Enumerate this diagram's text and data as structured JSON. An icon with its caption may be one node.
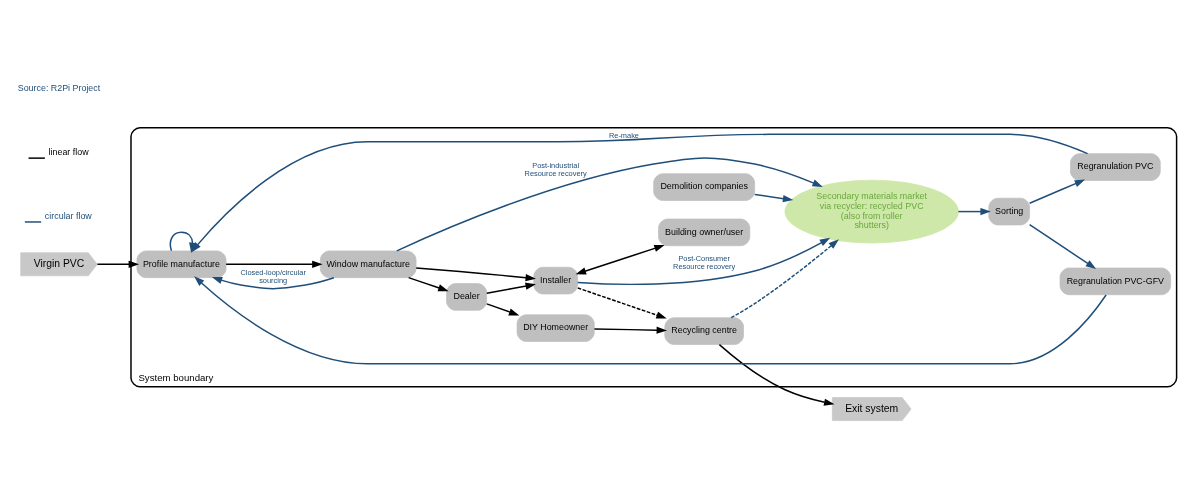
{
  "diagram": {
    "nodes": [
      {
        "text": [
          "System boundary"
        ]
      },
      {
        "text": [
          "Virgin PVC"
        ]
      },
      {
        "text": [
          "Profile manufacture"
        ],
        "in": 0
      },
      {
        "text": [
          "Window manufacture"
        ],
        "in": 0
      },
      {
        "text": [
          "Dealer"
        ],
        "in": 0
      },
      {
        "text": [
          "DIY Homeowner"
        ],
        "in": 0
      },
      {
        "text": [
          "Installer"
        ],
        "in": 0
      },
      {
        "text": [
          "Recycling centre"
        ],
        "in": 0
      },
      {
        "text": [
          "Building owner/user"
        ],
        "in": 0
      },
      {
        "text": [
          "Exit system"
        ]
      },
      {
        "text": [
          "Secondary materials market via recycler: recycled PVC (also from roller shutters)"
        ],
        "in": 0
      },
      {
        "text": [
          "Sorting"
        ],
        "in": 0
      },
      {
        "text": [
          "Regranulation PVC"
        ],
        "in": 0
      },
      {
        "text": [
          "Regranulation PVC-GFV"
        ],
        "in": 0
      },
      {
        "text": [
          "Demolition companies"
        ],
        "in": 0
      }
    ],
    "edges": [
      {
        "from": 1,
        "to": 2,
        "arrow": "to",
        "color": "#000000"
      },
      {
        "from": 2,
        "to": 3,
        "arrow": "to",
        "color": "#000000"
      },
      {
        "from": 3,
        "to": 2,
        "arrow": "to",
        "label": "Closed-loop/circular sourcing"
      },
      {
        "from": 2,
        "to": 2,
        "arrow": "to"
      },
      {
        "from": 3,
        "to": 4,
        "arrow": "to",
        "color": "#000000"
      },
      {
        "from": 3,
        "to": 6,
        "arrow": "to",
        "color": "#000000"
      },
      {
        "from": 4,
        "to": 5,
        "arrow": "to",
        "color": "#000000"
      },
      {
        "from": 4,
        "to": 6,
        "arrow": "to",
        "color": "#000000"
      },
      {
        "from": 5,
        "to": 7,
        "arrow": "to",
        "color": "#000000"
      },
      {
        "from": 6,
        "to": 7,
        "arrow": "to",
        "style": "dashed",
        "color": "#000000"
      },
      {
        "from": 6,
        "to": 8,
        "arrow": "both",
        "color": "#000000"
      },
      {
        "from": 7,
        "to": 9,
        "arrow": "to",
        "color": "#000000"
      },
      {
        "from": 3,
        "to": 10,
        "arrow": "to",
        "label": "Post-industrial Resource recovery"
      },
      {
        "from": 6,
        "to": 10,
        "arrow": "to",
        "label": "Post-Consumer Resource recovery"
      },
      {
        "from": 7,
        "to": 10,
        "arrow": "to",
        "style": "dashed"
      },
      {
        "from": 14,
        "to": 10,
        "arrow": "to"
      },
      {
        "from": 10,
        "to": 11,
        "arrow": "to"
      },
      {
        "from": 11,
        "to": 12,
        "arrow": "to"
      },
      {
        "from": 11,
        "to": 13,
        "arrow": "to"
      },
      {
        "from": 12,
        "to": 2,
        "arrow": "to",
        "label": "Re-make"
      },
      {
        "from": 13,
        "to": 2,
        "arrow": "to"
      }
    ],
    "labels": [
      "Source: R2Pi Project"
    ],
    "legend": [
      {
        "text": "linear flow"
      },
      {
        "text": "circular flow"
      }
    ]
  }
}
